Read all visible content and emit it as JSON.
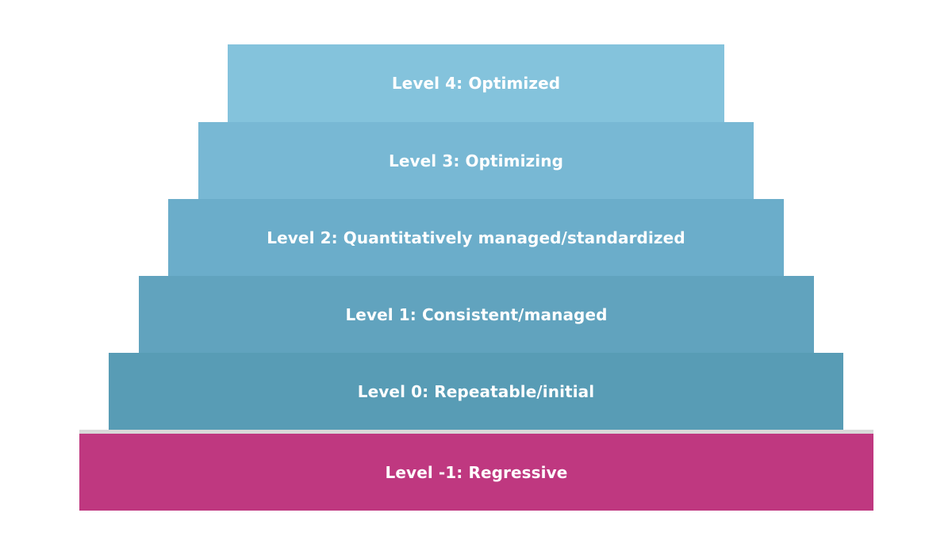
{
  "levels": [
    {
      "label": "Level 4: Optimized",
      "color": "#84c3dc"
    },
    {
      "label": "Level 3: Optimizing",
      "color": "#78b8d4"
    },
    {
      "label": "Level 2: Quantitatively managed/standardized",
      "color": "#6badca"
    },
    {
      "label": "Level 1: Consistent/managed",
      "color": "#61a3be"
    },
    {
      "label": "Level 0: Repeatable/initial",
      "color": "#589cb5"
    },
    {
      "label": "Level -1: Regressive",
      "color": "#bf3880"
    }
  ],
  "separator_color": "#d9d9d9"
}
